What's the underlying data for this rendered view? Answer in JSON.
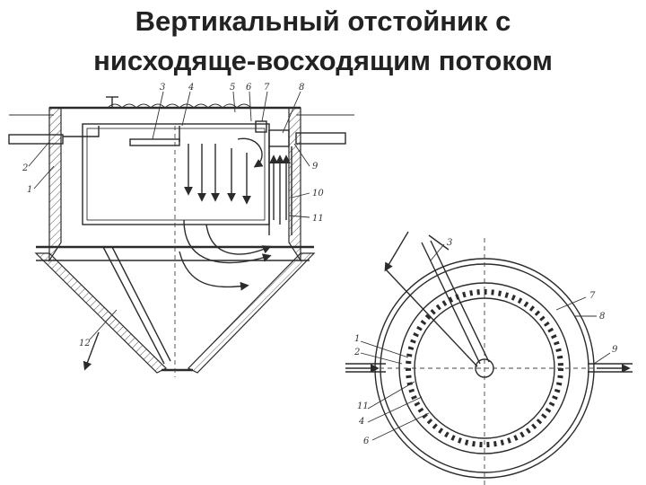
{
  "slide": {
    "title_line1": "Вертикальный отстойник с",
    "title_line2": "нисходяще-восходящим потоком"
  },
  "section_view": {
    "labels": [
      "1",
      "2",
      "3",
      "4",
      "5",
      "6",
      "7",
      "8",
      "9",
      "10",
      "11",
      "12"
    ]
  },
  "plan_view": {
    "labels": [
      "1",
      "2",
      "3",
      "4",
      "6",
      "7",
      "8",
      "9",
      "11"
    ]
  }
}
